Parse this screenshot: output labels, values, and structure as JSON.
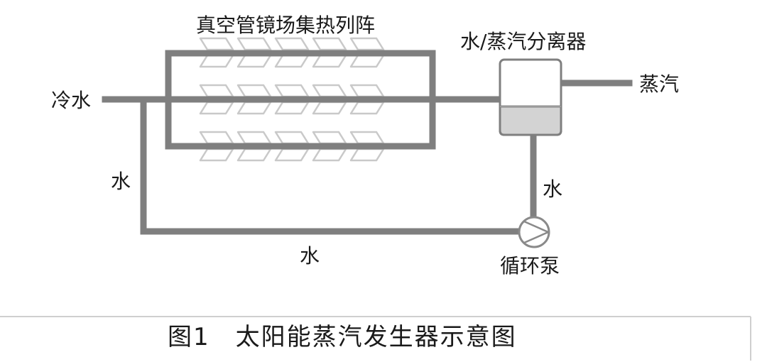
{
  "diagram": {
    "labels": {
      "collector_array": "真空管镜场集热列阵",
      "separator": "水/蒸汽分离器",
      "cold_water": "冷水",
      "steam_out": "蒸汽",
      "water_left": "水",
      "water_right": "水",
      "water_bottom": "水",
      "pump": "循环泵"
    },
    "caption": "图1　太阳能蒸汽发生器示意图",
    "colors": {
      "pipe": "#7f7f7f",
      "mirror": "#c9c9c9",
      "separator_water": "#d3d3d3",
      "text": "#1a1a1a"
    },
    "mirror_layout": {
      "rows": 3,
      "columns": 5
    }
  }
}
